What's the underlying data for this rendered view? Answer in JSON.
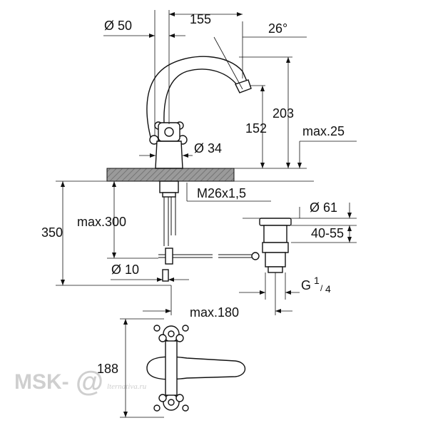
{
  "dimensions": {
    "dia_50": "Ø 50",
    "d155": "155",
    "angle_26": "26°",
    "d203": "203",
    "d152": "152",
    "max25": "max.25",
    "dia_34": "Ø 34",
    "thread": "M26x1,5",
    "dia_61": "Ø 61",
    "d350": "350",
    "max300": "max.300",
    "range_40_55": "40-55",
    "dia_10": "Ø 10",
    "g_main": "G",
    "g_frac_num": "1",
    "g_frac_den": "4",
    "max180": "max.180",
    "d188": "188"
  },
  "watermark": {
    "brand": "MSK-",
    "at": "@",
    "domain": "lternativa.ru"
  }
}
